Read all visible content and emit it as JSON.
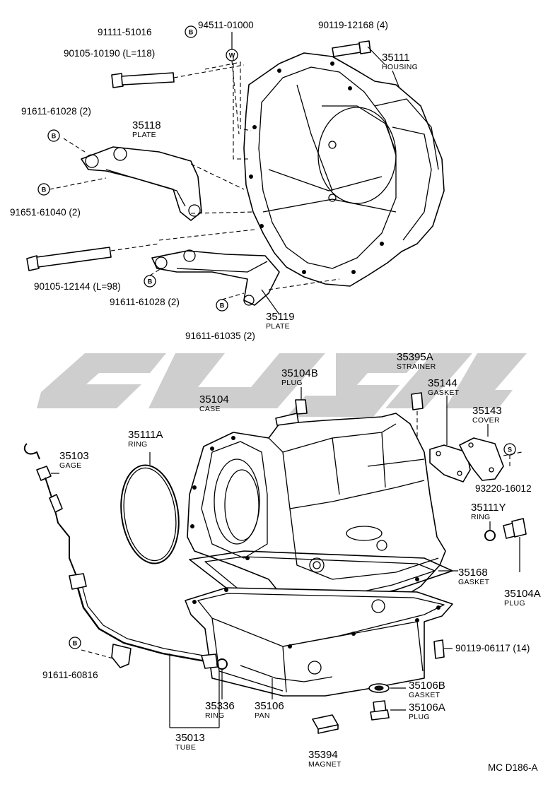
{
  "watermark": {
    "text": "",
    "color": "#bdbdbd"
  },
  "labels": {
    "p91111": "91111-51016",
    "p94511": "94511-01000",
    "p90119a": "90119-12168 (4)",
    "p90105a": "90105-10190 (L=118)",
    "n35111": "35111",
    "s35111": "HOUSING",
    "p91611a": "91611-61028 (2)",
    "n35118": "35118",
    "s35118": "PLATE",
    "p91651": "91651-61040 (2)",
    "p90105b": "90105-12144 (L=98)",
    "p91611b": "91611-61028 (2)",
    "n35119": "35119",
    "s35119": "PLATE",
    "p91611c": "91611-61035 (2)",
    "n35395A": "35395A",
    "s35395A": "STRAINER",
    "n35104B": "35104B",
    "s35104B": "PLUG",
    "n35144": "35144",
    "s35144": "GASKET",
    "n35104": "35104",
    "s35104": "CASE",
    "n35143": "35143",
    "s35143": "COVER",
    "n35111A": "35111A",
    "s35111A": "RING",
    "n35103": "35103",
    "s35103": "GAGE",
    "p93220": "93220-16012",
    "n35111Y": "35111Y",
    "s35111Y": "RING",
    "n35168": "35168",
    "s35168": "GASKET",
    "n35104A": "35104A",
    "s35104A": "PLUG",
    "p90119b": "90119-06117 (14)",
    "p91611d": "91611-60816",
    "n35106B": "35106B",
    "s35106B": "GASKET",
    "n35336": "35336",
    "s35336": "RING",
    "n35106": "35106",
    "s35106": "PAN",
    "n35106A": "35106A",
    "s35106A": "PLUG",
    "n35013": "35013",
    "s35013": "TUBE",
    "n35394": "35394",
    "s35394": "MAGNET",
    "code": "MC D186-A"
  },
  "tags": {
    "b": "B",
    "w": "W",
    "s": "S"
  }
}
